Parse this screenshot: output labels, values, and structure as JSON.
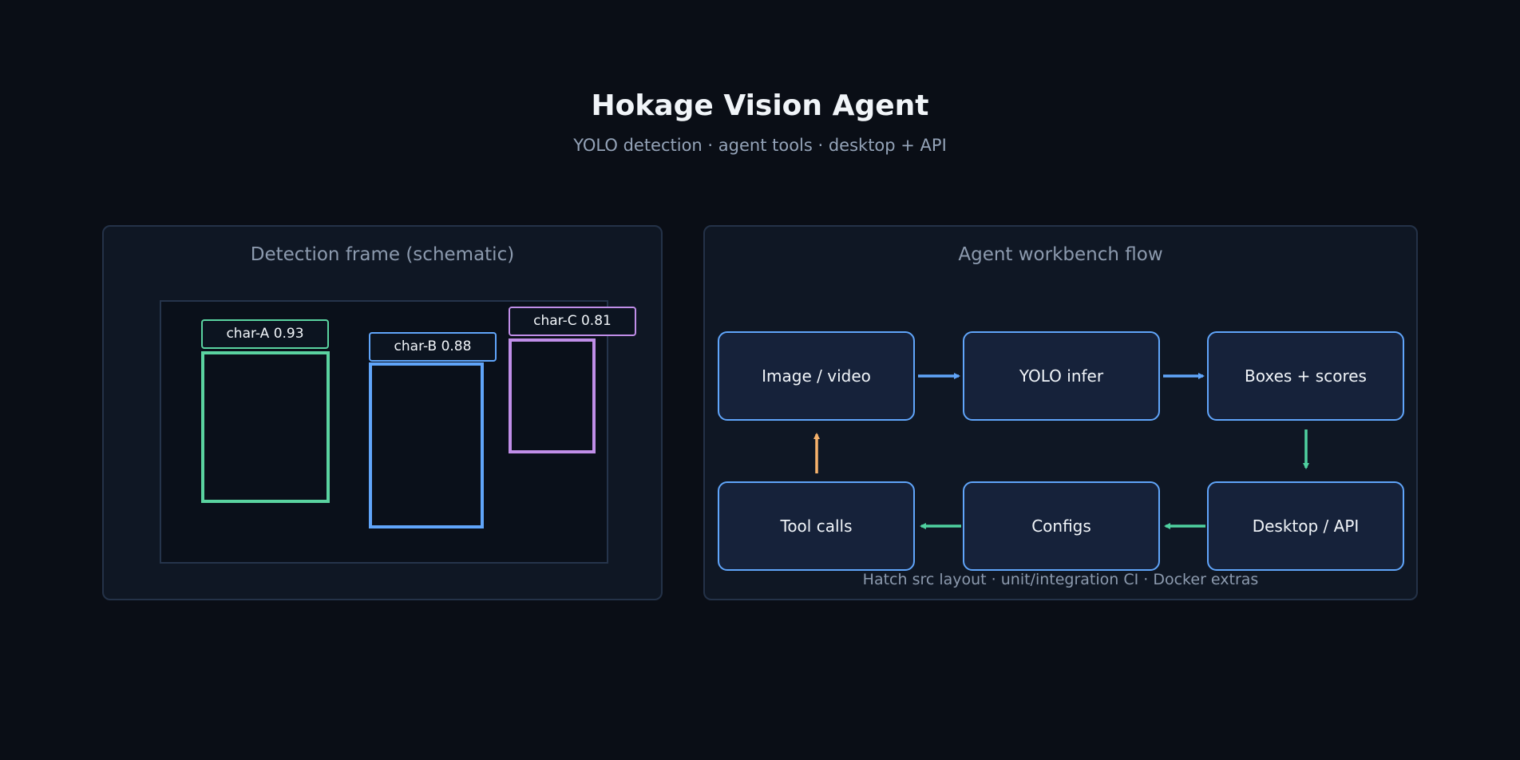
{
  "header": {
    "title": "Hokage Vision Agent",
    "subtitle": "YOLO detection · agent tools · desktop + API"
  },
  "detection_panel": {
    "title": "Detection frame (schematic)",
    "detections": [
      {
        "label": "char-A 0.93",
        "color": "#5ad3a0"
      },
      {
        "label": "char-B 0.88",
        "color": "#60a5fa"
      },
      {
        "label": "char-C 0.81",
        "color": "#c08ee8"
      }
    ]
  },
  "flow_panel": {
    "title": "Agent workbench flow",
    "nodes": {
      "image_video": "Image / video",
      "yolo_infer": "YOLO infer",
      "boxes_scores": "Boxes + scores",
      "desktop_api": "Desktop / API",
      "configs": "Configs",
      "tool_calls": "Tool calls"
    },
    "footer": "Hatch src layout · unit/integration CI · Docker extras",
    "arrow_colors": {
      "forward": "#60a5fa",
      "return": "#4fd1a0",
      "loop": "#f6b26b"
    }
  }
}
